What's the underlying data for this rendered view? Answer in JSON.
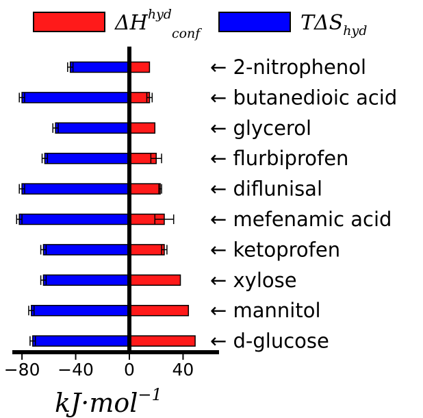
{
  "chart_data": {
    "type": "bar",
    "orientation": "horizontal",
    "categories": [
      "2-nitrophenol",
      "butanedioic acid",
      "glycerol",
      "flurbiprofen",
      "diflunisal",
      "mefenamic acid",
      "ketoprofen",
      "xylose",
      "mannitol",
      "d-glucose"
    ],
    "category_prefix": "←",
    "series": [
      {
        "name": "ΔH_conf^hyd",
        "legend": {
          "base": "ΔH",
          "sup": "hyd",
          "sub": "conf"
        },
        "color": "#ff1a1a",
        "values": [
          15,
          15,
          19,
          20,
          23,
          26,
          26,
          38,
          44,
          49
        ],
        "errors": [
          0,
          2,
          0,
          4,
          1,
          7,
          2,
          0,
          0,
          0
        ]
      },
      {
        "name": "TΔS_hyd",
        "legend": {
          "base": "TΔS",
          "sup": "",
          "sub": "hyd"
        },
        "color": "#0000ff",
        "values": [
          -44,
          -80,
          -55,
          -63,
          -80,
          -82,
          -64,
          -64,
          -73,
          -72
        ],
        "errors": [
          2,
          2,
          2,
          2,
          2,
          2,
          2,
          2,
          2,
          2
        ]
      }
    ],
    "xticks": [
      -80,
      -40,
      0,
      40
    ],
    "xlim": [
      -86,
      62
    ],
    "xlabel": {
      "base": "kJ·mol",
      "sup": "−1"
    },
    "ylabel": "",
    "title": "",
    "legend_position": "top",
    "grid": false
  }
}
